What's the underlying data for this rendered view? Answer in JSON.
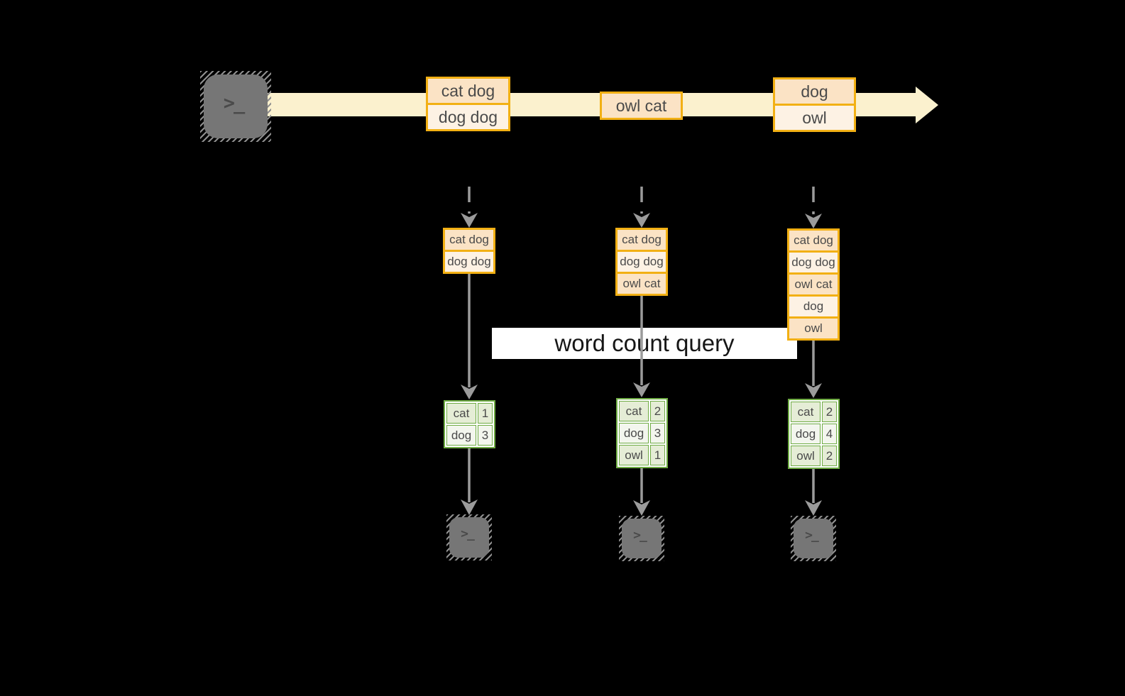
{
  "query_label": "word count query",
  "icons": {
    "terminal_prompt": ">_"
  },
  "stream": {
    "events": [
      [
        "cat dog",
        "dog dog"
      ],
      [
        "owl cat"
      ],
      [
        "dog",
        "owl"
      ]
    ]
  },
  "columns": [
    {
      "batch": [
        "cat dog",
        "dog dog"
      ],
      "counts": [
        {
          "word": "cat",
          "count": "1"
        },
        {
          "word": "dog",
          "count": "3"
        }
      ]
    },
    {
      "batch": [
        "cat dog",
        "dog dog",
        "owl cat"
      ],
      "counts": [
        {
          "word": "cat",
          "count": "2"
        },
        {
          "word": "dog",
          "count": "3"
        },
        {
          "word": "owl",
          "count": "1"
        }
      ]
    },
    {
      "batch": [
        "cat dog",
        "dog dog",
        "owl cat",
        "dog",
        "owl"
      ],
      "counts": [
        {
          "word": "cat",
          "count": "2"
        },
        {
          "word": "dog",
          "count": "4"
        },
        {
          "word": "owl",
          "count": "2"
        }
      ]
    }
  ],
  "colors": {
    "amber": "#F2B014",
    "peach-dark": "#FBE3C5",
    "peach-light": "#FDF2E4",
    "cream": "#FBF1CE",
    "green": "#6FAC44",
    "green-dark": "#E5EDD6",
    "green-light": "#F3F6EE",
    "arrow": "#9B9B9B",
    "icon-gray": "#767676",
    "glyph": "#4A4A4A",
    "ink": "#4A4A4A",
    "banner-bg": "#FFFFFF",
    "banner-ink": "#161616",
    "bg": "#000000"
  }
}
